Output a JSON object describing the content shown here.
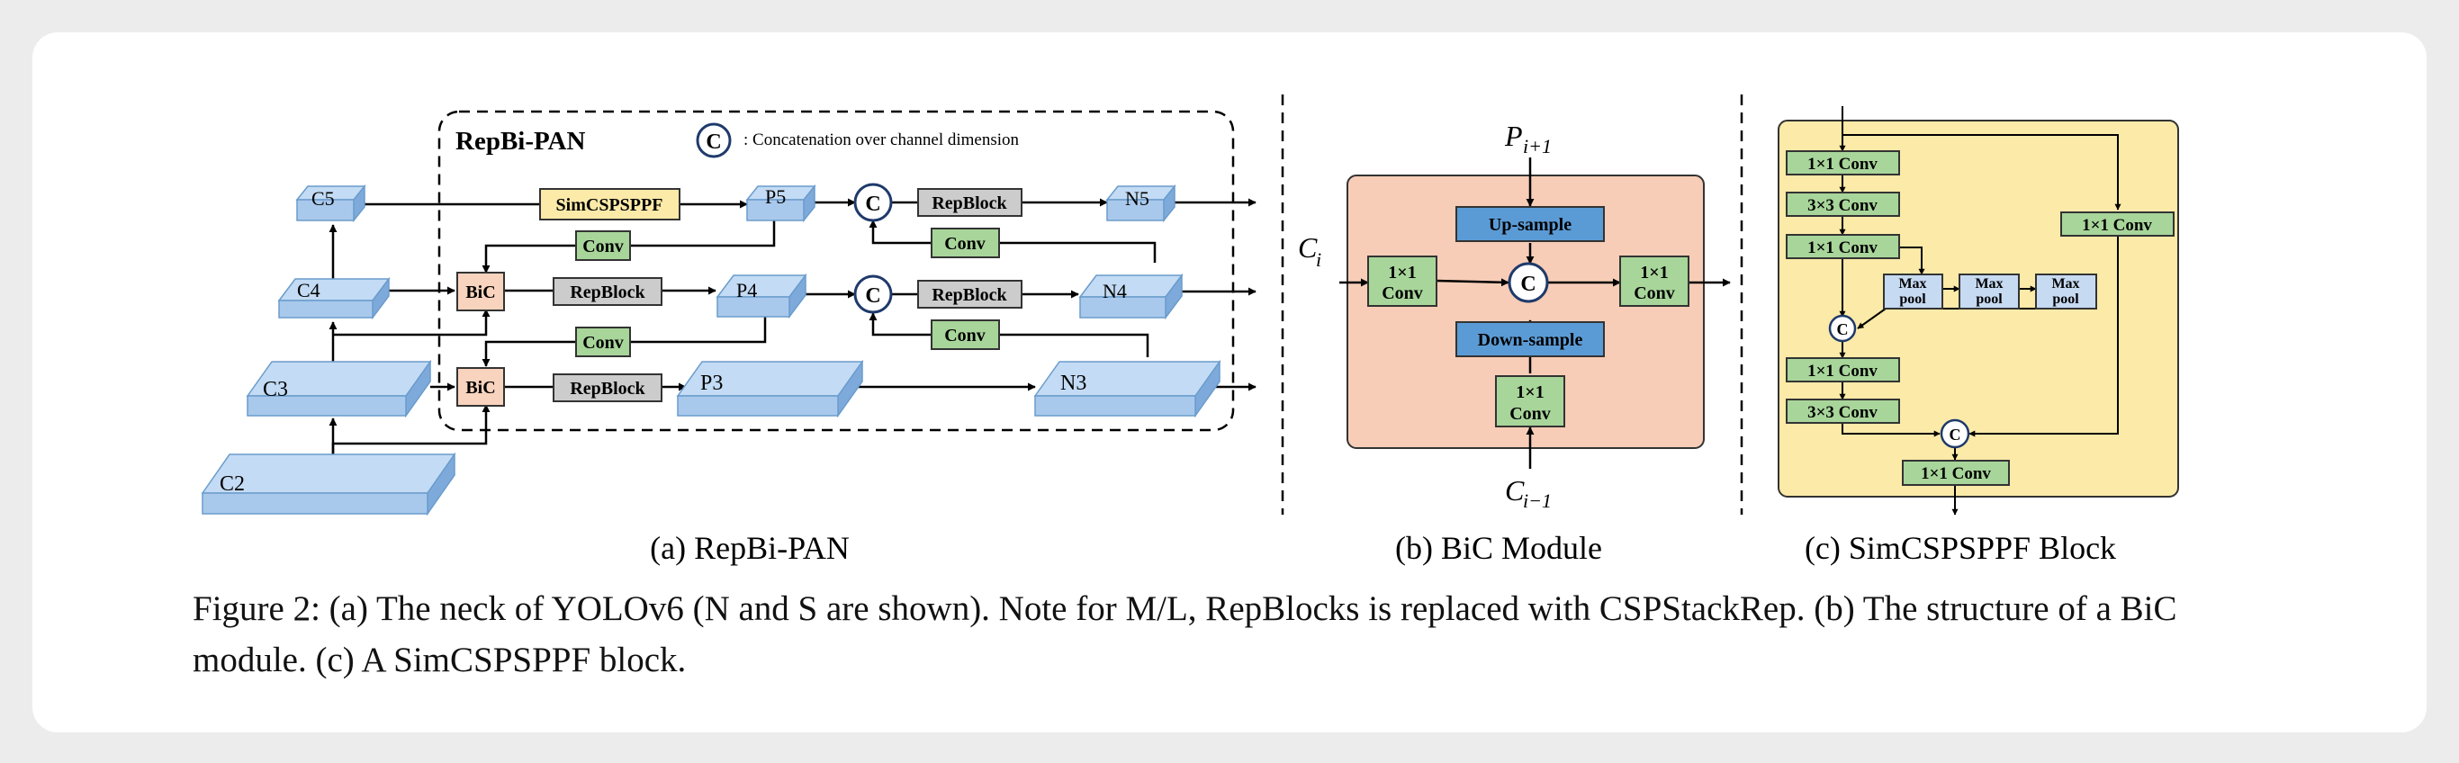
{
  "panel_a": {
    "title": "RepBi-PAN",
    "legend_symbol": "C",
    "legend_text": ": Concatenation over channel dimension",
    "nodes": {
      "c2": "C2",
      "c3": "C3",
      "c4": "C4",
      "c5": "C5",
      "p3": "P3",
      "p4": "P4",
      "p5": "P5",
      "n3": "N3",
      "n4": "N4",
      "n5": "N5"
    },
    "blocks": {
      "simcspsppf": "SimCSPSPPF",
      "bic": "BiC",
      "repblock": "RepBlock",
      "conv": "Conv"
    },
    "concat_symbol": "C",
    "label": "(a) RepBi-PAN"
  },
  "panel_b": {
    "input_top": "P",
    "input_top_sub": "i+1",
    "input_left": "C",
    "input_left_sub": "i",
    "input_bottom": "C",
    "input_bottom_sub": "i−1",
    "upsample": "Up-sample",
    "downsample": "Down-sample",
    "conv_line1": "1×1",
    "conv_line2": "Conv",
    "concat_symbol": "C",
    "label": "(b) BiC Module"
  },
  "panel_c": {
    "conv1": "1×1 Conv",
    "conv3": "3×3 Conv",
    "maxpool_line1": "Max",
    "maxpool_line2": "pool",
    "concat_symbol": "C",
    "label": "(c) SimCSPSPPF Block"
  },
  "caption": {
    "text": "Figure 2: (a) The neck of YOLOv6 (N and S are shown). Note for M/L, RepBlocks is replaced with CSPStackRep. (b) The structure of a BiC module. (c) A SimCSPSPPF block."
  },
  "colors": {
    "feature_map": "#a9c9ec",
    "bic": "#f8d3bd",
    "repblock": "#cccccc",
    "conv": "#a8d59a",
    "simcspsppf": "#fbeaa8",
    "bic_background": "#f7cdb7",
    "sampler": "#5b9bd5",
    "sppf_background": "#fbeaa8",
    "maxpool": "#c6daf2"
  }
}
